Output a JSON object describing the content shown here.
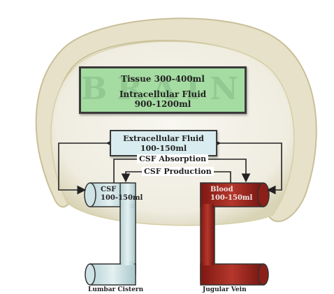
{
  "tissue": {
    "line1": "Tissue 300-400ml",
    "line2": "Intracellular Fluid",
    "line3": "900-1200ml",
    "watermark": "BRAIN"
  },
  "ecf": {
    "line1": "Extracellular Fluid",
    "line2": "100-150ml"
  },
  "csf_absorption": "CSF Absorption",
  "csf_production": "CSF Production",
  "csf_tube": {
    "line1": "CSF",
    "line2": "100-150ml"
  },
  "blood_tube": {
    "line1": "Blood",
    "line2": "100-150ml"
  },
  "bottom_left": "Lumbar Cistern",
  "bottom_right": "Jugular Vein",
  "colors": {
    "tissue_fill": "#a5dca2",
    "ecf_fill": "#d9ecef",
    "csf_tube": "#cfe3e6",
    "blood_tube": "#a3291f",
    "skull": "#e6e1c8"
  }
}
